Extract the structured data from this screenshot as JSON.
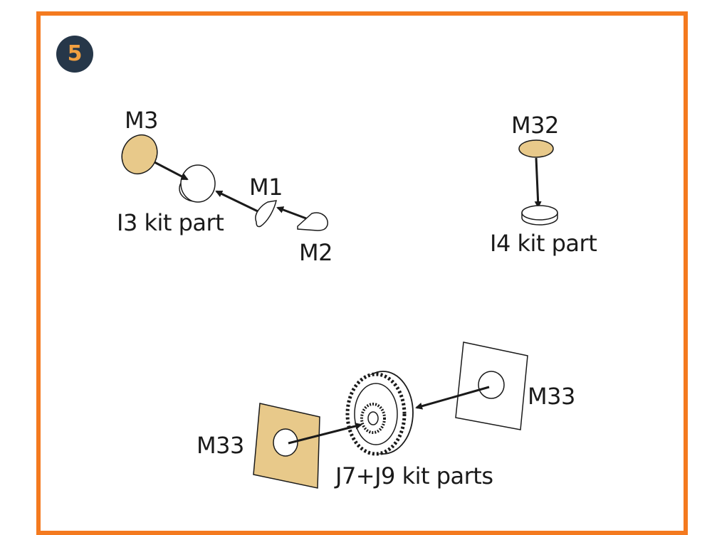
{
  "step": {
    "number": "5"
  },
  "labels": {
    "m3": "M3",
    "i3": "I3 kit part",
    "m1": "M1",
    "m2": "M2",
    "m32": "M32",
    "i4": "I4 kit part",
    "m33_right": "M33",
    "m33_left": "M33",
    "wheel": "J7+J9 kit parts"
  },
  "colors": {
    "frame": "#f47a1f",
    "badge": "#263749",
    "badge_text": "#f2a040",
    "resin_part": "#e8c98a",
    "line": "#1a1a1a"
  }
}
